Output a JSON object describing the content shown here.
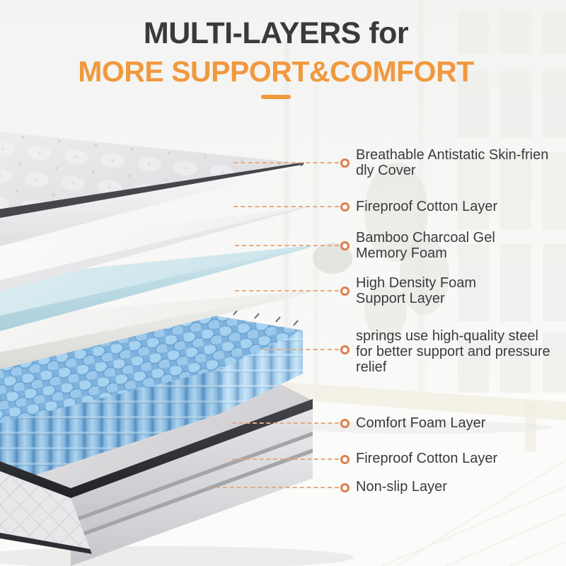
{
  "header": {
    "title_dark": "MULTI-LAYERS for",
    "title_orange": "MORE SUPPORT&COMFORT"
  },
  "callouts": [
    {
      "text": "Breathable Antistatic Skin-frien\ndly Cover"
    },
    {
      "text": "Fireproof Cotton Layer"
    },
    {
      "text": "Bamboo Charcoal Gel\nMemory Foam"
    },
    {
      "text": "High Density Foam\nSupport Layer"
    },
    {
      "text": "springs use high-quality steel\nfor better support and pressure\nrelief"
    },
    {
      "text": "Comfort Foam Layer"
    },
    {
      "text": "Fireproof Cotton Layer"
    },
    {
      "text": "Non-slip Layer"
    }
  ],
  "diagram": {
    "type": "exploded-mattress-layers",
    "layers_top_to_bottom": [
      "Breathable Antistatic Skin-friendly Cover",
      "Fireproof Cotton Layer",
      "Bamboo Charcoal Gel Memory Foam",
      "High Density Foam Support Layer",
      "Pocket Springs",
      "Comfort Foam Layer",
      "Fireproof Cotton Layer",
      "Non-slip Layer"
    ]
  },
  "colors": {
    "title_dark": "#3A3A3C",
    "accent_orange": "#F0993E",
    "marker_ring": "#DD7F4C",
    "dash_line": "#E3AC85",
    "label_text": "#3B3B3D",
    "spring_blue": "#8FC2EA",
    "gel_blue": "#CFE7EC",
    "cover_trim": "#45474B",
    "base_trim_black": "#2E3033"
  }
}
